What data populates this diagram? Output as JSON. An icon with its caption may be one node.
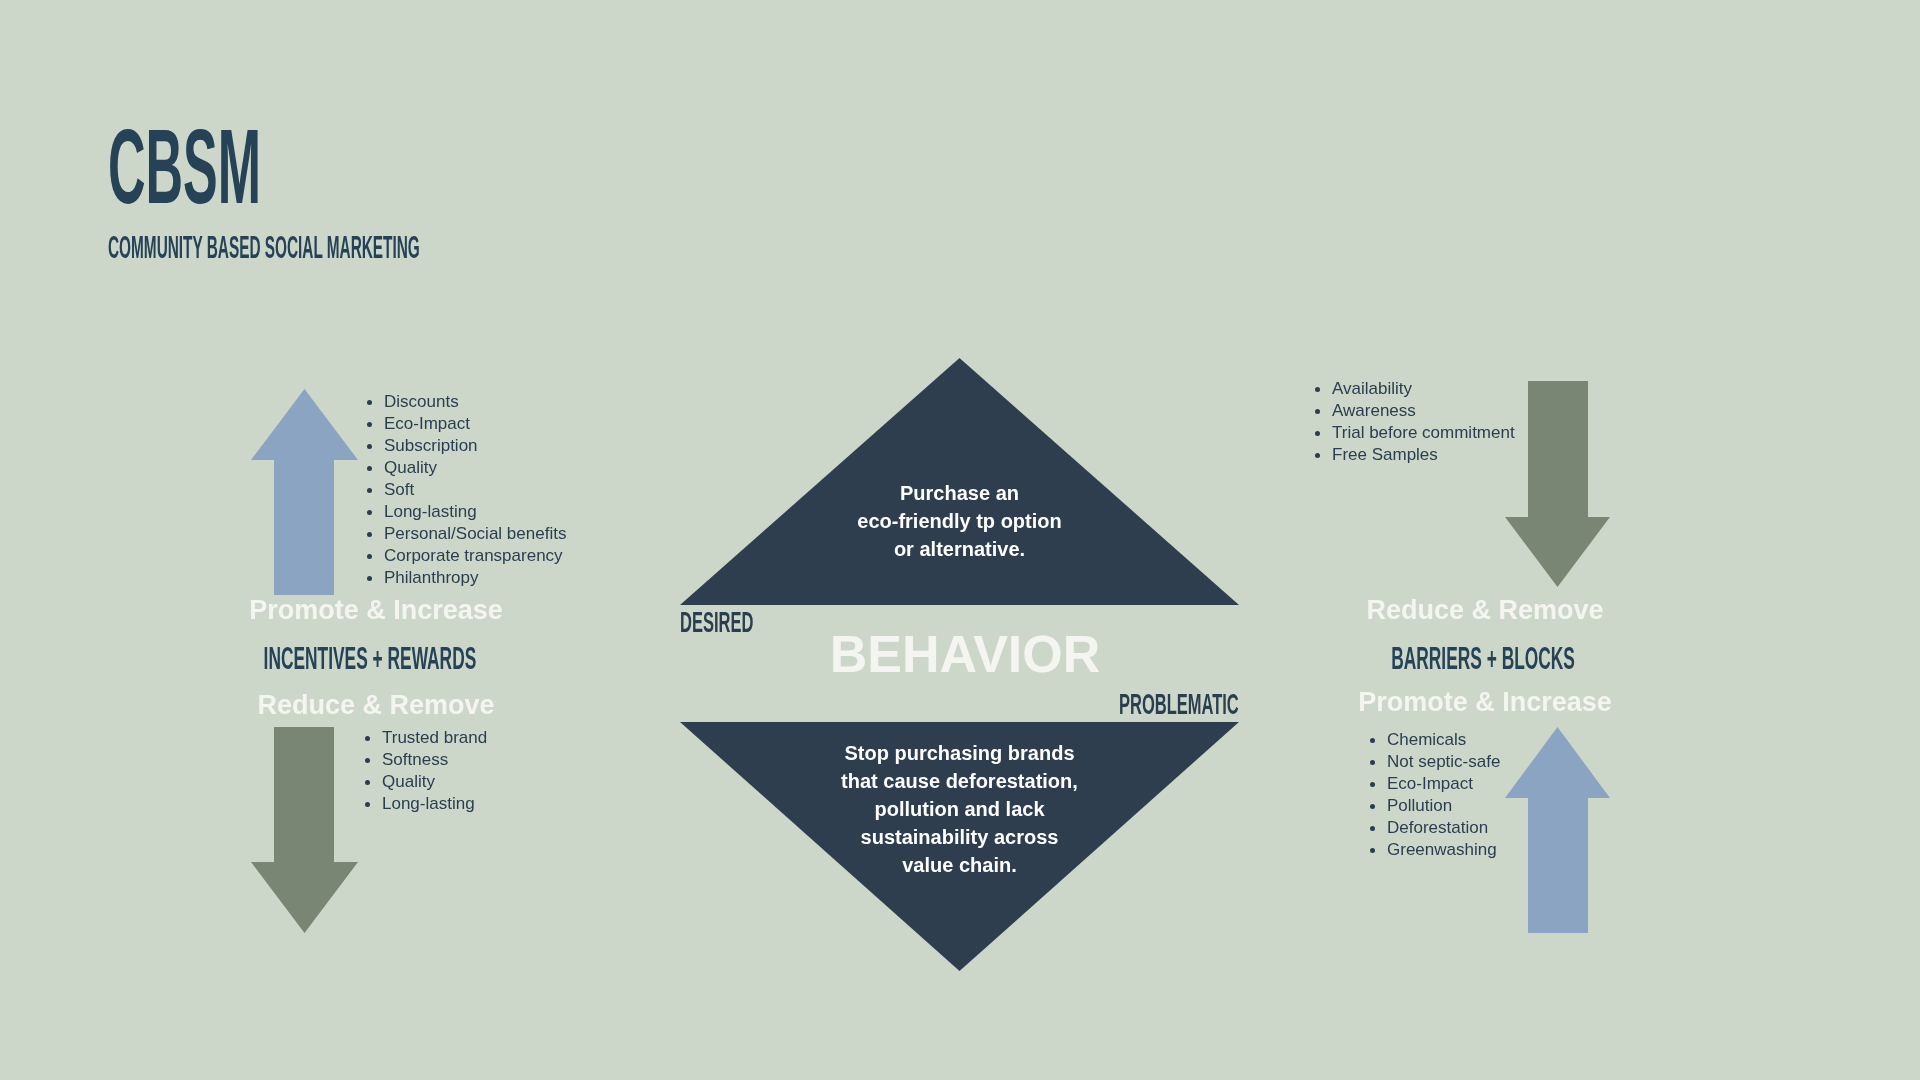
{
  "diagram": {
    "title": "CBSM",
    "nodes": [
      {
        "text": [
          "Purchase an eco-friendly tp option or alternative."
        ]
      },
      {
        "text": [
          "Stop purchasing brands that cause deforestation, pollution and lack sustainability across value chain."
        ]
      }
    ],
    "labels": [
      "COMMUNITY BASED SOCIAL MARKETING",
      "Discounts",
      "Eco-Impact",
      "Subscription",
      "Quality",
      "Soft",
      "Long-lasting",
      "Personal/Social benefits",
      "Corporate transparency",
      "Philanthropy",
      "Promote & Increase",
      "INCENTIVES + REWARDS",
      "Reduce & Remove",
      "Trusted brand",
      "Softness",
      "Quality",
      "Long-lasting",
      "DESIRED",
      "BEHAVIOR",
      "PROBLEMATIC",
      "Availability",
      "Awareness",
      "Trial before commitment",
      "Free Samples",
      "Reduce & Remove",
      "BARRIERS + BLOCKS",
      "Promote & Increase",
      "Chemicals",
      "Not septic-safe",
      "Eco-Impact",
      "Pollution",
      "Deforestation",
      "Greenwashing"
    ]
  }
}
